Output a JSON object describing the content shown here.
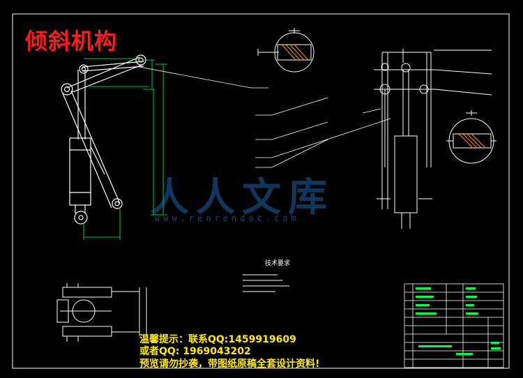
{
  "title": "倾斜机构",
  "tech_requirements_title": "技术要求",
  "watermark": {
    "brand": "人人文库",
    "url": "www.renrendoc.com"
  },
  "notices": [
    "温馨提示：联系QQ:1459919609",
    "或者QQ: 1969043202",
    "预览请勿抄袭，带图纸原稿全套设计资料!"
  ],
  "colors": {
    "background": "#000000",
    "title": "#ff1a1a",
    "notice": "#ffeb00",
    "line": "#ffffff",
    "dimension": "#00ff40",
    "watermark": "#1f6fb8"
  }
}
